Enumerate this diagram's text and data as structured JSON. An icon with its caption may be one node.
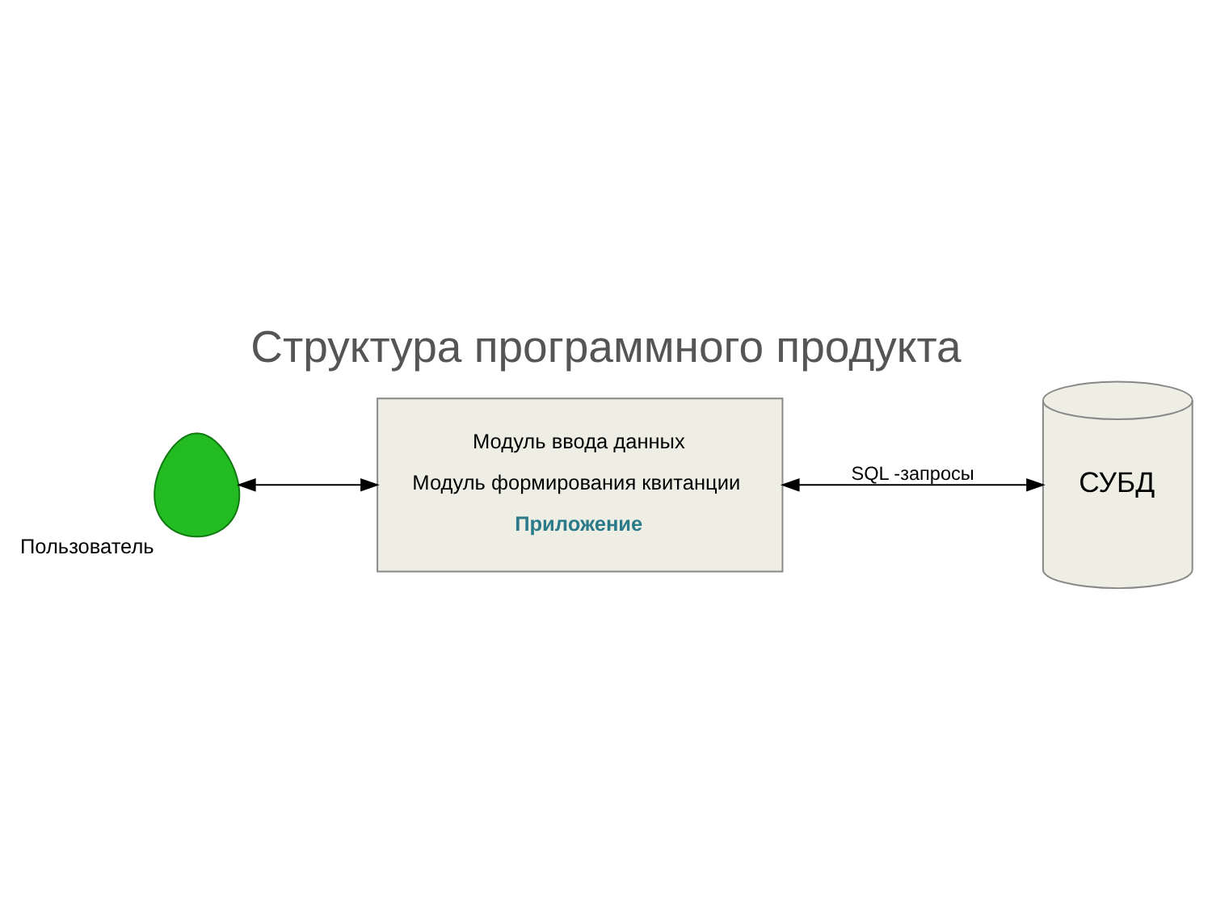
{
  "diagram": {
    "title": "Структура программного продукта",
    "nodes": [
      {
        "text": [],
        "shape": "person",
        "beside": [
          "Пользователь"
        ]
      },
      {
        "text": [
          "Модуль ввода данных",
          "Модуль формирования квитанции",
          "Приложение"
        ]
      },
      {
        "text": [
          "СУБД"
        ]
      }
    ],
    "edges": [
      {
        "from": 0,
        "to": 1,
        "arrow": "both"
      },
      {
        "from": 1,
        "to": 2,
        "arrow": "both",
        "label": "SQL -запросы"
      }
    ]
  }
}
